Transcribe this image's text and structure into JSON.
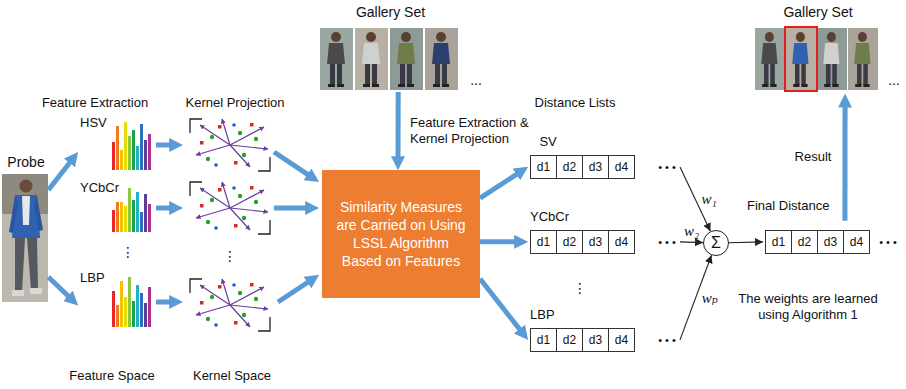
{
  "diagram": {
    "nodes": [
      {
        "text": [
          "Probe"
        ]
      },
      {
        "text": [
          "HSV"
        ]
      },
      {
        "text": [
          "YCbCr"
        ]
      },
      {
        "text": [
          "LBP"
        ]
      },
      {
        "text": [
          "Gallery Set"
        ]
      },
      {
        "text": [
          "Similarity Measures are Carried on Using LSSL Algorithm Based on Features"
        ]
      },
      {
        "text": [
          "HSV"
        ]
      },
      {
        "text": [
          "d1"
        ],
        "in": 6
      },
      {
        "text": [
          "d2"
        ],
        "in": 6
      },
      {
        "text": [
          "d3"
        ],
        "in": 6
      },
      {
        "text": [
          "d4"
        ],
        "in": 6
      },
      {
        "text": [
          "YCbCr"
        ]
      },
      {
        "text": [
          "d1"
        ],
        "in": 11
      },
      {
        "text": [
          "d2"
        ],
        "in": 11
      },
      {
        "text": [
          "d3"
        ],
        "in": 11
      },
      {
        "text": [
          "d4"
        ],
        "in": 11
      },
      {
        "text": [
          "LBP"
        ]
      },
      {
        "text": [
          "d1"
        ],
        "in": 16
      },
      {
        "text": [
          "d2"
        ],
        "in": 16
      },
      {
        "text": [
          "d3"
        ],
        "in": 16
      },
      {
        "text": [
          "d4"
        ],
        "in": 16
      },
      {
        "text": [
          "Σ"
        ]
      },
      {
        "text": [
          "Final Distance"
        ]
      },
      {
        "text": [
          "d1"
        ],
        "in": 22
      },
      {
        "text": [
          "d2"
        ],
        "in": 22
      },
      {
        "text": [
          "d3"
        ],
        "in": 22
      },
      {
        "text": [
          "d4"
        ],
        "in": 22
      },
      {
        "text": [
          "Gallery Set"
        ]
      }
    ],
    "edges": [
      {
        "from": 0,
        "to": 1,
        "arrow": "to"
      },
      {
        "from": 0,
        "to": 3,
        "arrow": "to"
      },
      {
        "from": 4,
        "to": 5,
        "label": "Feature Extraction & Kernel Projection",
        "arrow": "to"
      },
      {
        "from": 5,
        "to": 6,
        "arrow": "to"
      },
      {
        "from": 5,
        "to": 11,
        "arrow": "to"
      },
      {
        "from": 5,
        "to": 16,
        "arrow": "to"
      },
      {
        "from": 6,
        "to": 21,
        "label": "w₁",
        "arrow": "to"
      },
      {
        "from": 11,
        "to": 21,
        "label": "w₂",
        "arrow": "to"
      },
      {
        "from": 16,
        "to": 21,
        "label": "wₚ",
        "arrow": "to"
      },
      {
        "from": 21,
        "to": 22,
        "arrow": "to"
      },
      {
        "from": 22,
        "to": 27,
        "label": "Result",
        "arrow": "to"
      }
    ],
    "labels": [
      "Feature Extraction",
      "Kernel Projection",
      "⋮",
      "⋮",
      "Feature Space",
      "Kernel Space",
      "...",
      "Distance Lists",
      "• • •",
      "• • •",
      "⋮",
      "• • •",
      "• • •",
      "The weights are learned using Algorithm 1",
      "..."
    ]
  }
}
